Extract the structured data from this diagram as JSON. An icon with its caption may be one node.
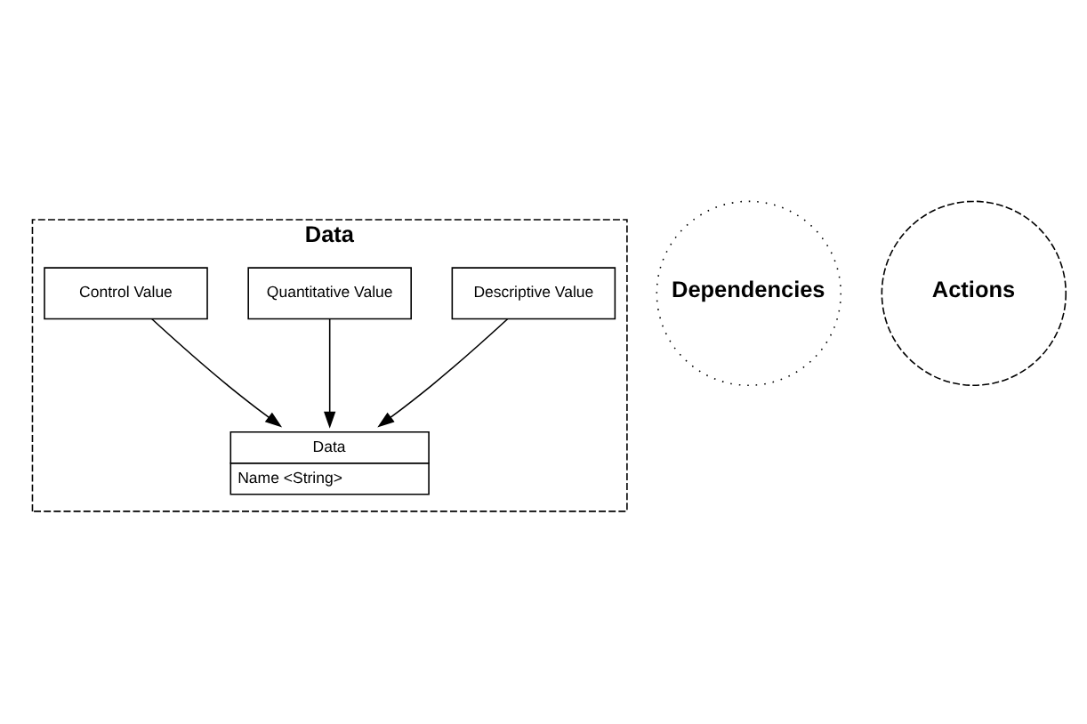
{
  "diagram": {
    "nodes": [
      {
        "text": [
          "Data"
        ]
      },
      {
        "text": [
          "Descriptive Value"
        ],
        "in": 0
      },
      {
        "text": [
          "Quantitative Value"
        ],
        "in": 0
      },
      {
        "text": [
          "Control Value"
        ],
        "in": 0
      },
      {
        "text": [
          "Data",
          "Name <String>"
        ],
        "in": 0
      },
      {
        "text": [
          "Dependencies"
        ]
      },
      {
        "text": [
          "Actions"
        ]
      }
    ],
    "edges": [
      {
        "from": 1,
        "to": 4,
        "arrow": "to"
      },
      {
        "from": 2,
        "to": 4,
        "arrow": "to"
      },
      {
        "from": 3,
        "to": 4,
        "arrow": "to"
      }
    ]
  }
}
